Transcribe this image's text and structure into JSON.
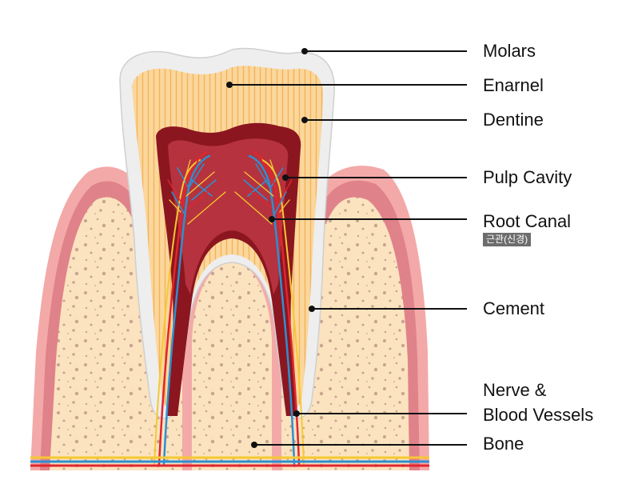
{
  "labels": {
    "molars": "Molars",
    "enamel": "Enarnel",
    "dentine": "Dentine",
    "pulp_cavity": "Pulp Cavity",
    "root_canal": "Root Canal",
    "root_canal_korean": "근관(신경)",
    "cement": "Cement",
    "nerve_line1": "Nerve &",
    "nerve_line2": "Blood Vessels",
    "bone": "Bone"
  },
  "colors": {
    "gum": "#f3a9a8",
    "gum_dark": "#e0828a",
    "bone": "#fbe3bf",
    "bone_speckle": "#c9a48f",
    "enamel": "#eeeeee",
    "dentine": "#fbd79c",
    "dentine_stripe": "#f3b25c",
    "pulp_outer": "#8b1620",
    "pulp_inner": "#b5323e",
    "nerve_yellow": "#f6c832",
    "vessel_blue": "#2f8fd0",
    "vessel_red": "#e0262e",
    "leader": "#111111"
  }
}
